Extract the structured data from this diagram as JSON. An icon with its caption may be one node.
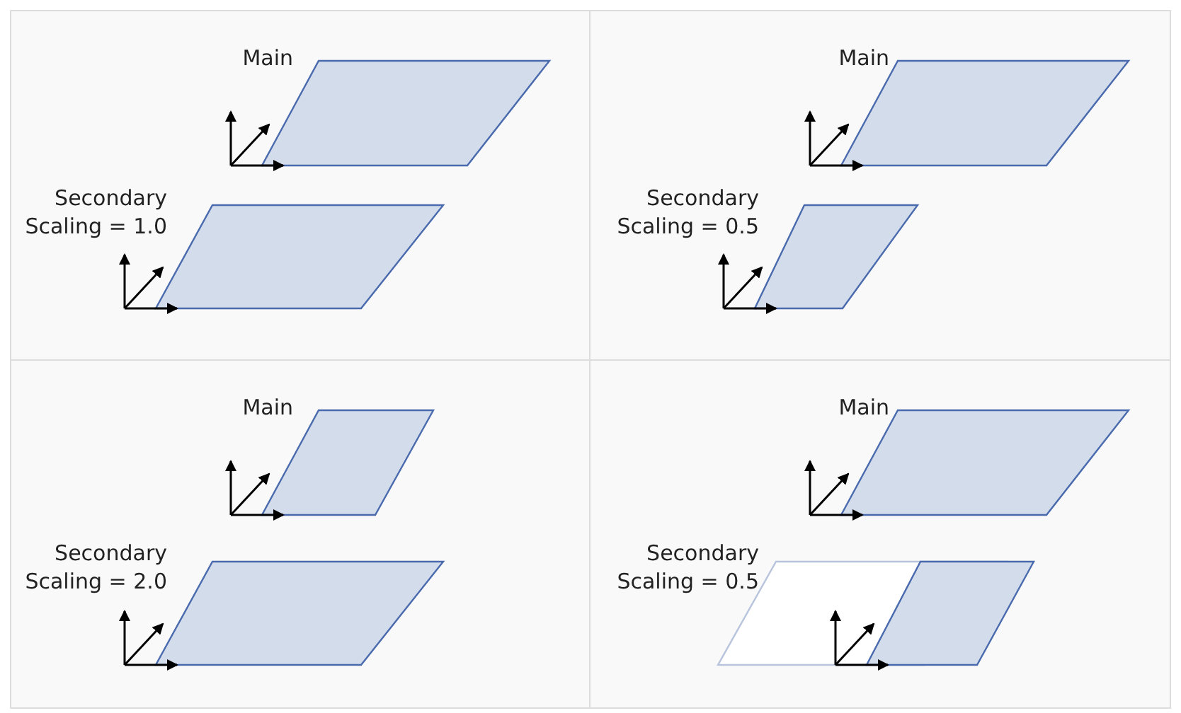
{
  "diagram": {
    "nodes": [
      {
        "text": [],
        "shape": "box"
      },
      {
        "text": [
          "Main"
        ],
        "in": 0
      },
      {
        "text": [
          "Secondary Scaling = 1.0"
        ],
        "in": 0
      },
      {
        "text": [],
        "shape": "box"
      },
      {
        "text": [
          "Main"
        ],
        "in": 3
      },
      {
        "text": [
          "Secondary Scaling = 0.5"
        ],
        "in": 3
      },
      {
        "text": [],
        "shape": "box"
      },
      {
        "text": [
          "Main"
        ],
        "in": 6
      },
      {
        "text": [
          "Secondary Scaling = 2.0"
        ],
        "in": 6
      },
      {
        "text": [],
        "shape": "box"
      },
      {
        "text": [
          "Main"
        ],
        "in": 9
      },
      {
        "text": [
          "Secondary Scaling = 0.5"
        ],
        "in": 9
      },
      {
        "text": [],
        "shape": "parallelogram",
        "in": 9
      }
    ],
    "edges": []
  }
}
